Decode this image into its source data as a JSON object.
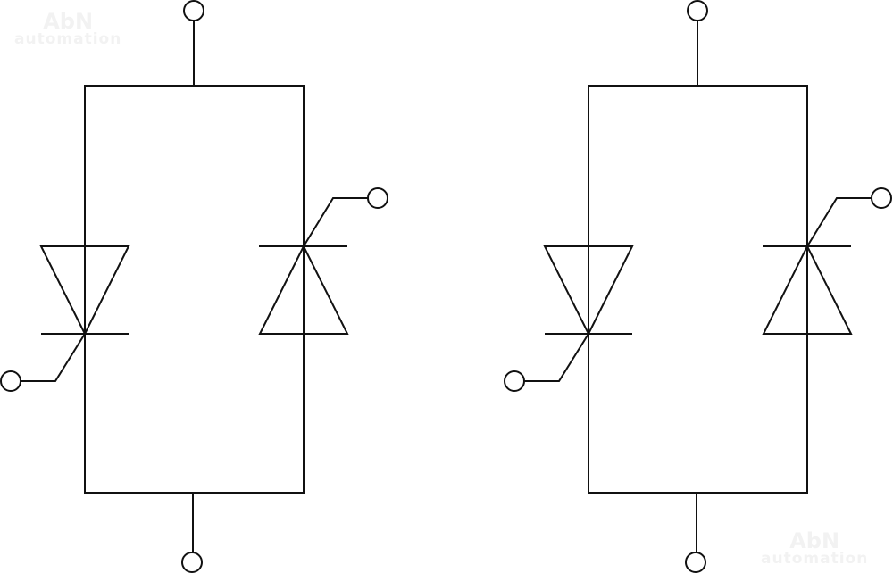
{
  "watermark": {
    "brand": "AbN",
    "tagline": "automation"
  },
  "diagram": {
    "title": "Anti-parallel thyristor pairs",
    "circuits": [
      {
        "id": "left",
        "components": [
          "thyristor-cathode-down",
          "thyristor-anode-down"
        ]
      },
      {
        "id": "right",
        "components": [
          "thyristor-cathode-down",
          "thyristor-anode-down"
        ]
      }
    ],
    "line_color": "#111111"
  }
}
